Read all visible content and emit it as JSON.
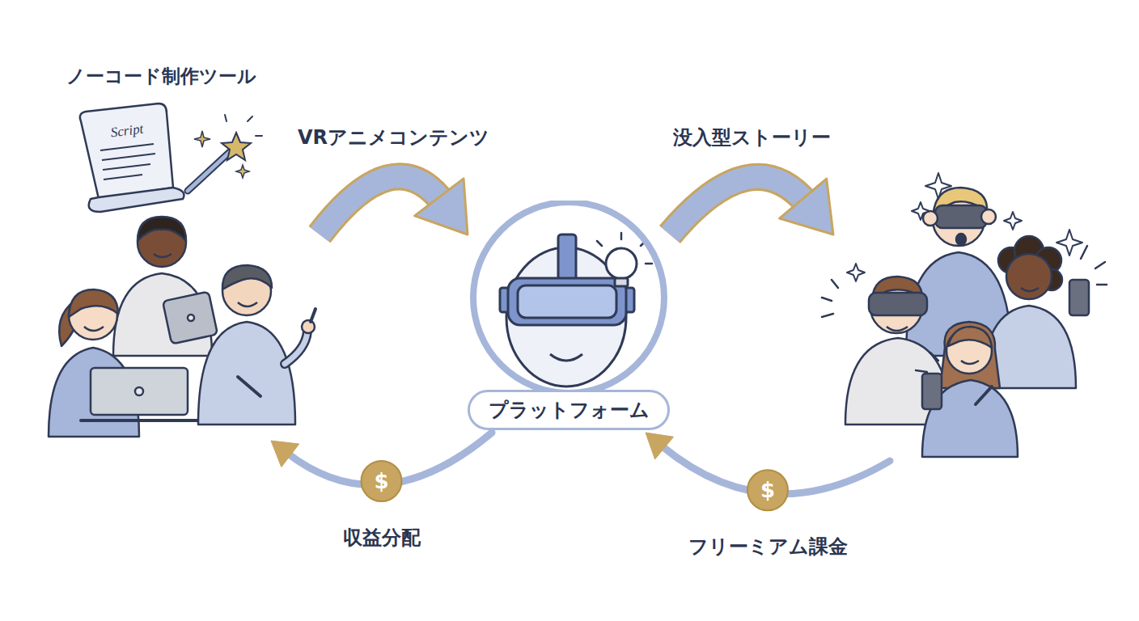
{
  "diagram": {
    "nodes": [
      {
        "text": [
          "ノーコード制作ツール"
        ]
      },
      {
        "text": [
          "プラットフォーム"
        ]
      },
      {
        "text": []
      }
    ],
    "edges": [
      {
        "from": 0,
        "to": 1,
        "label": "VRアニメコンテンツ",
        "arrow": "to"
      },
      {
        "from": 1,
        "to": 2,
        "label": "没入型ストーリー",
        "arrow": "to"
      },
      {
        "from": 2,
        "to": 1,
        "label": "フリーミアム課金",
        "arrow": "to"
      },
      {
        "from": 1,
        "to": 0,
        "label": "収益分配",
        "arrow": "to"
      }
    ],
    "labels": [
      "Script",
      "$",
      "$"
    ]
  }
}
